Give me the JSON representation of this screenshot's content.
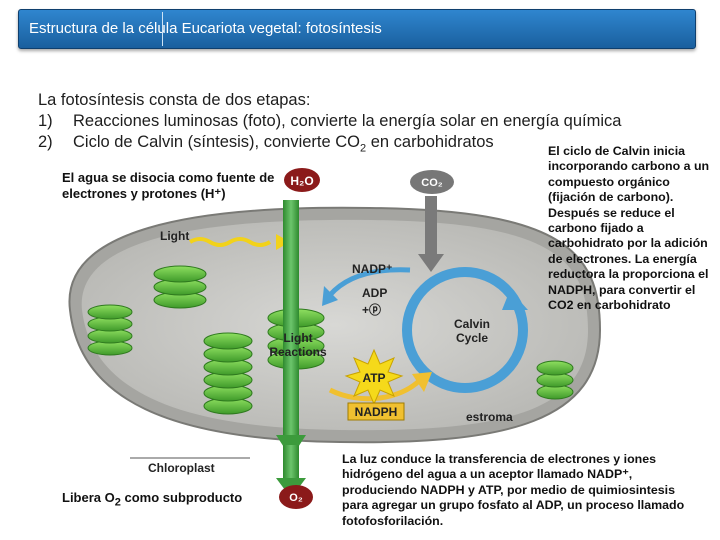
{
  "header": {
    "title": "Estructura de la célula Eucariota vegetal: fotosíntesis"
  },
  "intro": {
    "lead": "La fotosíntesis consta de dos etapas:",
    "step1_num": "1)",
    "step1_text": "Reacciones luminosas (foto), convierte la energía solar en energía química",
    "step2_num": "2)",
    "step2_pre": "Ciclo de Calvin (síntesis), convierte CO",
    "step2_sub": "2",
    "step2_post": " en carbohidratos"
  },
  "annotations": {
    "water": "El agua se disocia como fuente de electrones y protones (H⁺)",
    "oxygen_pre": "Libera O",
    "oxygen_sub": "2",
    "oxygen_post": " como subproducto",
    "calvin": "El ciclo de Calvin inicia incorporando carbono a un compuesto orgánico (fijación de carbono). Después se reduce el carbono fijado a carbohidrato por la adición de electrones. La energía reductora la proporciona el NADPH, para convertir el CO2 en carbohidrato",
    "light": "La luz conduce la transferencia de electrones y iones hidrógeno del agua a un aceptor llamado NADP⁺, produciendo NADPH y ATP, por medio de quimiosintesis para agregar un grupo fosfato al ADP, un proceso llamado fotofosforilación.",
    "stroma": "estroma"
  },
  "diagram": {
    "h2o": "H₂O",
    "co2": "CO₂",
    "o2": "O₂",
    "light": "Light",
    "nadp": "NADP⁺",
    "adp": "ADP",
    "plus_p": "+ⓟ",
    "light_reactions_1": "Light",
    "light_reactions_2": "Reactions",
    "calvin_1": "Calvin",
    "calvin_2": "Cycle",
    "atp": "ATP",
    "nadph": "NADPH",
    "chloroplast": "Chloroplast"
  },
  "colors": {
    "title_bar": "#1f6fb5",
    "stroma": "#cfcfcc",
    "membrane": "#8f8f8f",
    "thylakoid": "#6ac246",
    "arrow_green": "#3c9b3c",
    "cycle_blue": "#4a9fd6",
    "atp_yellow": "#f5d91a",
    "nadph_box": "#f0c030"
  }
}
